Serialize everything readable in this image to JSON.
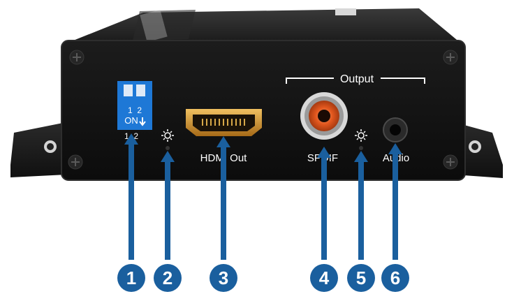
{
  "device": {
    "section_label": "Output",
    "dip_switch": {
      "top_numbers": "1  2",
      "on_text": "ON",
      "bottom_numbers": "1  2"
    },
    "ports": {
      "hdmi_label": "HDMI Out",
      "spdif_label": "SPDIF",
      "audio_label": "Audio"
    },
    "icon_names": [
      "sun-icon",
      "sun-icon"
    ]
  },
  "callouts": [
    "1",
    "2",
    "3",
    "4",
    "5",
    "6"
  ],
  "colors": {
    "callout_blue": "#1a5f9e",
    "dip_blue": "#1e78d6",
    "rca_orange": "#e2571e",
    "hdmi_gold": "#c98a2a",
    "chassis": "#141414"
  }
}
